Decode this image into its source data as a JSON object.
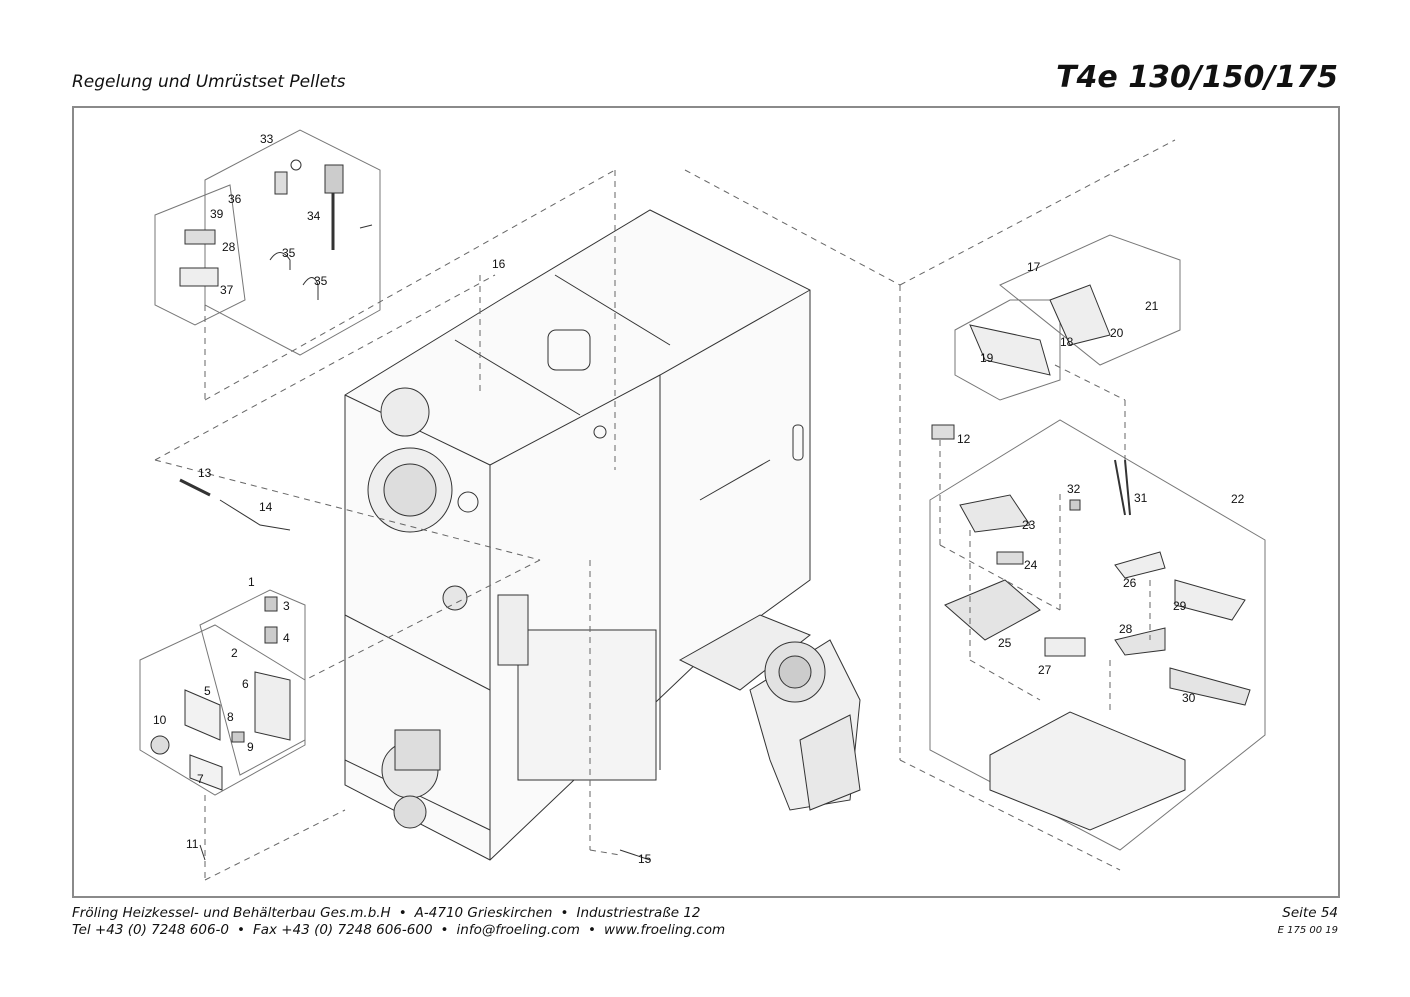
{
  "header": {
    "subtitle": "Regelung und Umrüstset Pellets",
    "model": "T4e 130/150/175"
  },
  "callouts": {
    "c1": "1",
    "c2": "2",
    "c3": "3",
    "c4": "4",
    "c5": "5",
    "c6": "6",
    "c7": "7",
    "c8": "8",
    "c9": "9",
    "c10": "10",
    "c11": "11",
    "c12": "12",
    "c13": "13",
    "c14": "14",
    "c15": "15",
    "c16": "16",
    "c17": "17",
    "c18": "18",
    "c19": "19",
    "c20": "20",
    "c21": "21",
    "c22": "22",
    "c23": "23",
    "c24": "24",
    "c25": "25",
    "c26": "26",
    "c27": "27",
    "c28a": "28",
    "c28b": "28",
    "c29": "29",
    "c30": "30",
    "c31": "31",
    "c32": "32",
    "c33": "33",
    "c34": "34",
    "c35a": "35",
    "c35b": "35",
    "c36": "36",
    "c37": "37",
    "c39": "39"
  },
  "footer": {
    "company": "Fröling Heizkessel- und Behälterbau Ges.m.b.H",
    "city": "A-4710 Grieskirchen",
    "street": "Industriestraße 12",
    "tel": "Tel +43 (0) 7248 606-0",
    "fax": "Fax +43 (0) 7248 606-600",
    "email": "info@froeling.com",
    "web": "www.froeling.com",
    "page": "Seite 54",
    "doc_code": "E 175 00 19",
    "bullet": "•"
  },
  "colors": {
    "line": "#333333",
    "frame": "#8a8a8a",
    "dash": "#666666"
  }
}
